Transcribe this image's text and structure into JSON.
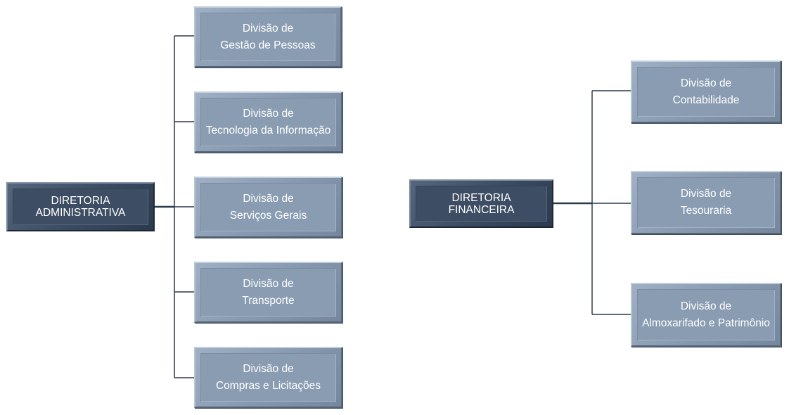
{
  "chart_left": {
    "director": {
      "line1": "DIRETORIA",
      "line2": "ADMINISTRATIVA"
    },
    "divisions": [
      {
        "line1": "Divisão de",
        "line2": "Gestão de Pessoas"
      },
      {
        "line1": "Divisão de",
        "line2": "Tecnologia da Informação"
      },
      {
        "line1": "Divisão de",
        "line2": "Serviços Gerais"
      },
      {
        "line1": "Divisão de",
        "line2": "Transporte"
      },
      {
        "line1": "Divisão de",
        "line2": "Compras e Licitações"
      }
    ]
  },
  "chart_right": {
    "director": {
      "line1": "DIRETORIA",
      "line2": "FINANCEIRA"
    },
    "divisions": [
      {
        "line1": "Divisão de",
        "line2": "Contabilidade"
      },
      {
        "line1": "Divisão de",
        "line2": "Tesouraria"
      },
      {
        "line1": "Divisão de",
        "line2": "Almoxarifado e Patrimônio"
      }
    ]
  },
  "colors": {
    "director_fill": "#3d4d63",
    "division_fill": "#8a9cb2",
    "connector": "#2c3a4e",
    "text": "#ffffff"
  }
}
